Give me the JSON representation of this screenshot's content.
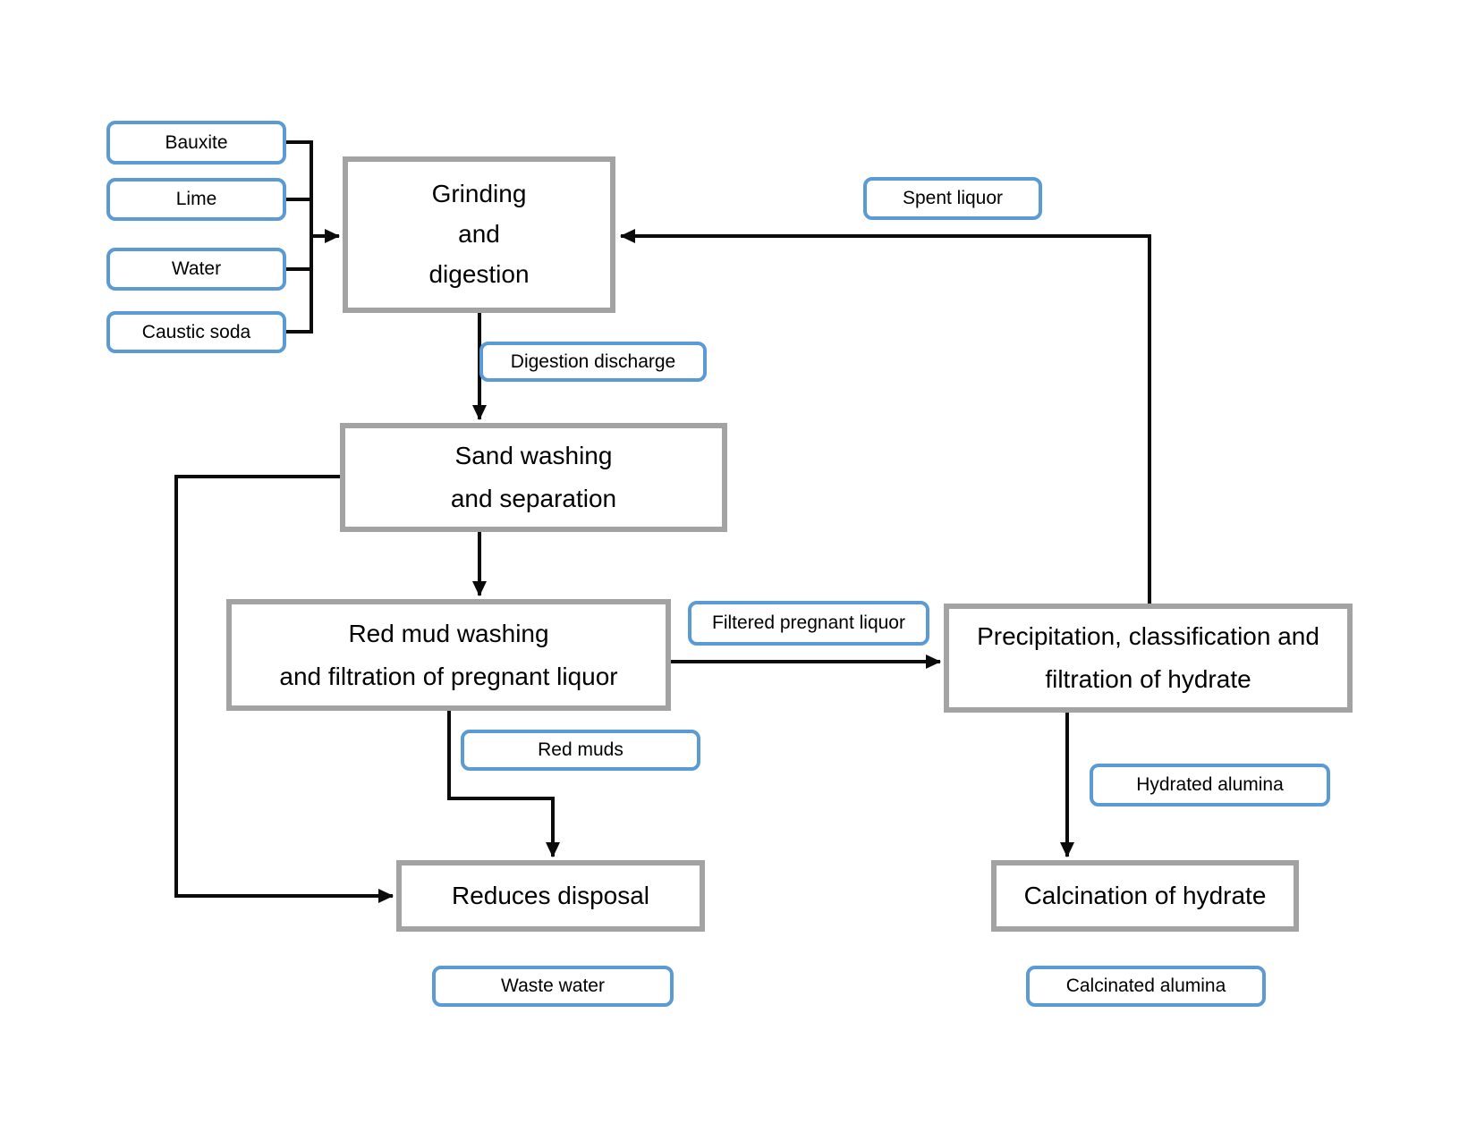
{
  "colors": {
    "label-border": "#5B9BD5",
    "process-border": "#A3A3A3",
    "line": "#0B0B0B",
    "text": "#000000",
    "background": "#FFFFFF"
  },
  "inputs": {
    "bauxite": "Bauxite",
    "lime": "Lime",
    "water": "Water",
    "caustic_soda": "Caustic soda"
  },
  "processes": {
    "grinding": {
      "lines": [
        "Grinding",
        "and",
        "digestion"
      ]
    },
    "sand_washing": {
      "lines": [
        "Sand washing",
        "and separation"
      ]
    },
    "red_mud_washing": {
      "lines": [
        "Red mud washing",
        "and filtration of pregnant liquor"
      ]
    },
    "precipitation": {
      "lines": [
        "Precipitation, classification and",
        "filtration of hydrate"
      ]
    },
    "reduces_disposal": {
      "lines": [
        "Reduces disposal"
      ]
    },
    "calcination": {
      "lines": [
        "Calcination of hydrate"
      ]
    }
  },
  "stream_labels": {
    "spent_liquor": "Spent liquor",
    "digestion_discharge": "Digestion discharge",
    "filtered_pregnant_liquor": "Filtered pregnant liquor",
    "red_muds": "Red muds",
    "hydrated_alumina": "Hydrated alumina",
    "waste_water": "Waste water",
    "calcinated_alumina": "Calcinated alumina"
  }
}
